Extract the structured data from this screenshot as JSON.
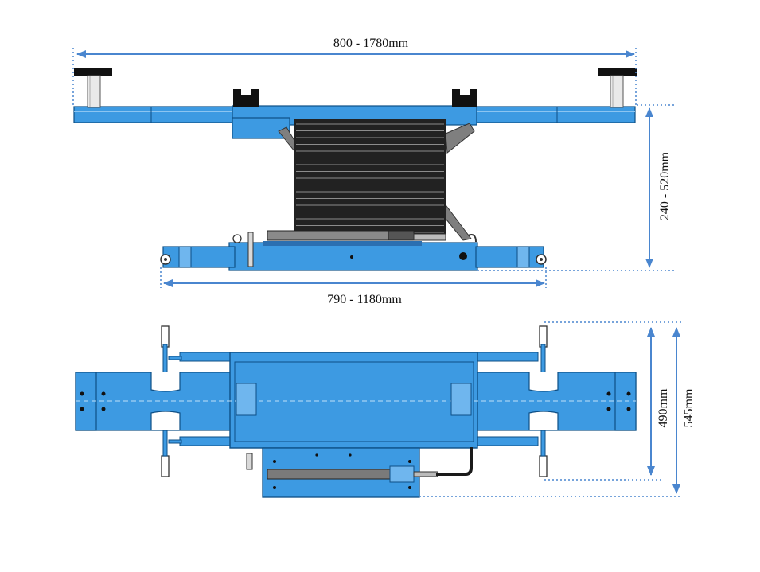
{
  "colors": {
    "body_blue": "#3d9ae2",
    "body_blue_light": "#6fb6ee",
    "outline": "#0d4f86",
    "dimension_line": "#4a86cf",
    "bellows_dark": "#222222",
    "hose": "#1a1a1a",
    "pad_black": "#111111"
  },
  "dimensions": {
    "arm_span": "800 - 1780mm",
    "height_range": "240 - 520mm",
    "base_width": "790 - 1180mm",
    "inner_depth": "490mm",
    "outer_depth": "545mm"
  },
  "views": {
    "top_view_name": "front-elevation",
    "bottom_view_name": "plan-view"
  }
}
